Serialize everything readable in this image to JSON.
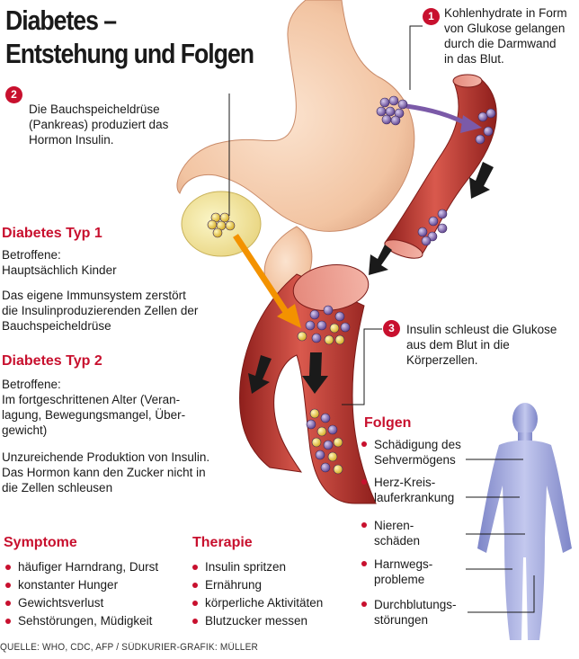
{
  "title": {
    "line1": "Diabetes –",
    "line2": "Entstehung und Folgen"
  },
  "steps": [
    {
      "number": "1",
      "lines": [
        "Kohlenhydrate in Form",
        "von Glukose gelangen",
        "durch die Darmwand",
        "in das Blut."
      ]
    },
    {
      "number": "2",
      "lines": [
        "Die Bauchspeicheldrüse",
        "(Pankreas) produziert das",
        "Hormon Insulin."
      ]
    },
    {
      "number": "3",
      "lines": [
        "Insulin schleust die Glukose",
        "aus dem Blut in die",
        "Körperzellen."
      ]
    }
  ],
  "typ1": {
    "heading": "Diabetes Typ 1",
    "affected_label": "Betroffene:",
    "affected": "Hauptsächlich Kinder",
    "description_lines": [
      "Das eigene Immunsystem zerstört",
      "die Insulinproduzierenden Zellen der",
      "Bauchspeicheldrüse"
    ]
  },
  "typ2": {
    "heading": "Diabetes Typ 2",
    "affected_label": "Betroffene:",
    "affected_lines": [
      "Im fortgeschrittenen Alter (Veran-",
      "lagung,  Bewegungsmangel, Über-",
      "gewicht)"
    ],
    "description_lines": [
      "Unzureichende Produktion von Insulin.",
      "Das Hormon kann den Zucker nicht in",
      "die Zellen schleusen"
    ]
  },
  "symptome": {
    "heading": "Symptome",
    "items": [
      "häufiger Harndrang, Durst",
      "konstanter Hunger",
      "Gewichtsverlust",
      "Sehstörungen, Müdigkeit"
    ]
  },
  "therapie": {
    "heading": "Therapie",
    "items": [
      "Insulin spritzen",
      "Ernährung",
      "körperliche Aktivitäten",
      "Blutzucker messen"
    ]
  },
  "folgen": {
    "heading": "Folgen",
    "items": [
      {
        "lines": [
          "Schädigung des",
          "Sehvermögens"
        ]
      },
      {
        "lines": [
          "Herz-Kreis-",
          "lauferkrankung"
        ]
      },
      {
        "lines": [
          "Nieren-",
          "schäden"
        ]
      },
      {
        "lines": [
          "Harnwegs-",
          "probleme"
        ]
      },
      {
        "lines": [
          "Durchblutungs-",
          "störungen"
        ]
      }
    ]
  },
  "source": "QUELLE: WHO, CDC, AFP / SÜDKURIER-GRAFIK: MÜLLER",
  "colors": {
    "accent_red": "#c8102e",
    "vessel_red": "#b8322c",
    "stomach": "#f2c8a8",
    "glucose_purple": "#7a5aa6",
    "insulin_yellow": "#f0d64a",
    "arrow_orange": "#f39200",
    "arrow_purple": "#7b5aa8",
    "body_figure": "#9aa0d8"
  }
}
